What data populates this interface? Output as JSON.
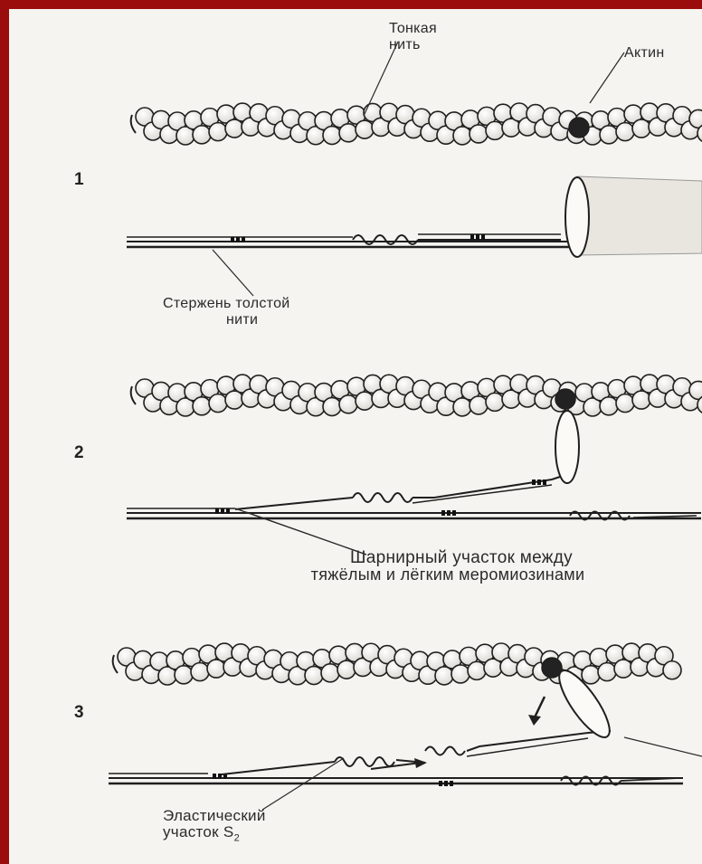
{
  "labels": {
    "thin_filament_line1": "Тонкая",
    "thin_filament_line2": "нить",
    "actin": "Актин",
    "thick_rod_line1": "Стержень толстой",
    "thick_rod_line2": "нити",
    "hinge_line1": "Шарнирный участок между",
    "hinge_line2": "тяжёлым и лёгким меромиозинами",
    "elastic_line1": "Эластический",
    "elastic_line2": "участок S",
    "elastic_sub": "2"
  },
  "panels": [
    {
      "number": "1"
    },
    {
      "number": "2"
    },
    {
      "number": "3"
    }
  ],
  "colors": {
    "frame_border": "#9b0d0d",
    "background": "#f5f4f0",
    "ink": "#1f1f1f"
  }
}
